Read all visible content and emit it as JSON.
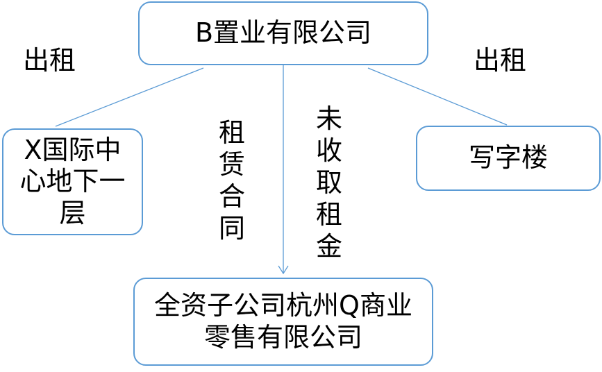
{
  "nodes": {
    "top": "B置业有限公司",
    "left": "X国际中心地下一层",
    "right": "写字楼",
    "bottom": "全资子公司杭州Q商业零售有限公司"
  },
  "labels": {
    "left": "出租",
    "right": "出租",
    "middle_left": "租赁合同",
    "middle_right": "未收取租金"
  },
  "colors": {
    "border": "#5b9bd5",
    "connector": "#5b9bd5"
  }
}
